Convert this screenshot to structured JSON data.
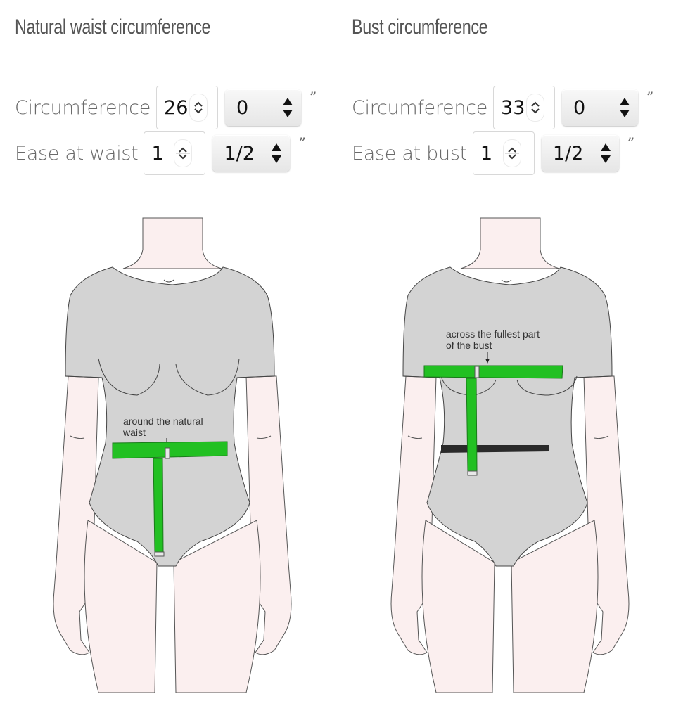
{
  "waist_section": {
    "title": "Natural waist circumference",
    "circumference": {
      "label": "Circumference",
      "whole_value": "26",
      "fraction_value": "0",
      "unit": "”"
    },
    "ease": {
      "label": "Ease at waist",
      "whole_value": "1",
      "fraction_value": "1/2",
      "unit": "”"
    },
    "illustration": {
      "caption_line1": "around the natural",
      "caption_line2": "waist",
      "tape_color": "#22c022"
    }
  },
  "bust_section": {
    "title": "Bust circumference",
    "circumference": {
      "label": "Circumference",
      "whole_value": "33",
      "fraction_value": "0",
      "unit": "”"
    },
    "ease": {
      "label": "Ease at bust",
      "whole_value": "1",
      "fraction_value": "1/2",
      "unit": "”"
    },
    "illustration": {
      "caption_line1": "across the fullest part",
      "caption_line2": "of the bust",
      "tape_color": "#22c022",
      "waist_band_color": "#2a2a2a"
    }
  },
  "colors": {
    "skin": "#fbefef",
    "garment": "#d3d3d3",
    "outline": "#444444"
  }
}
